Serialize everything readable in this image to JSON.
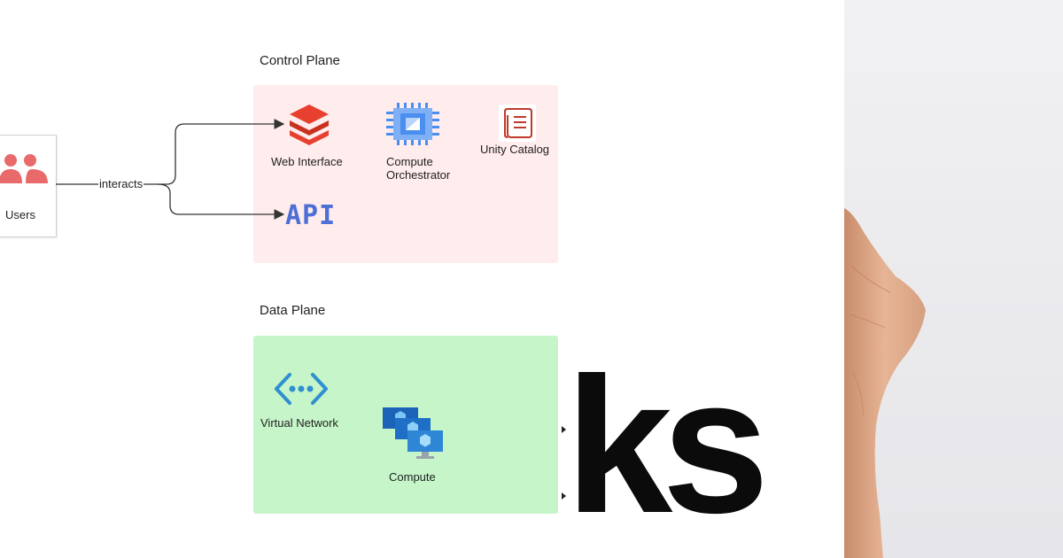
{
  "control_plane": {
    "title": "Control Plane",
    "items": {
      "web_interface": "Web Interface",
      "compute_orchestrator_line1": "Compute",
      "compute_orchestrator_line2": "Orchestrator",
      "unity_catalog": "Unity Catalog",
      "api": "API"
    }
  },
  "data_plane": {
    "title": "Data Plane",
    "items": {
      "virtual_network": "Virtual Network",
      "compute": "Compute"
    }
  },
  "users": {
    "label": "Users"
  },
  "connector": {
    "label": "interacts"
  },
  "background_text": "ks",
  "colors": {
    "control_plane_fill": "#ffecec",
    "data_plane_fill": "#c5f5c8",
    "users_icon": "#e86a6a",
    "web_interface_icon": "#e8402f",
    "orchestrator_icon": "#4a8ef0",
    "unity_catalog_icon": "#c0392b",
    "api_text": "#4d6fd6",
    "virtual_network_icon": "#2f8fd1",
    "compute_icon": "#2d86d6"
  }
}
